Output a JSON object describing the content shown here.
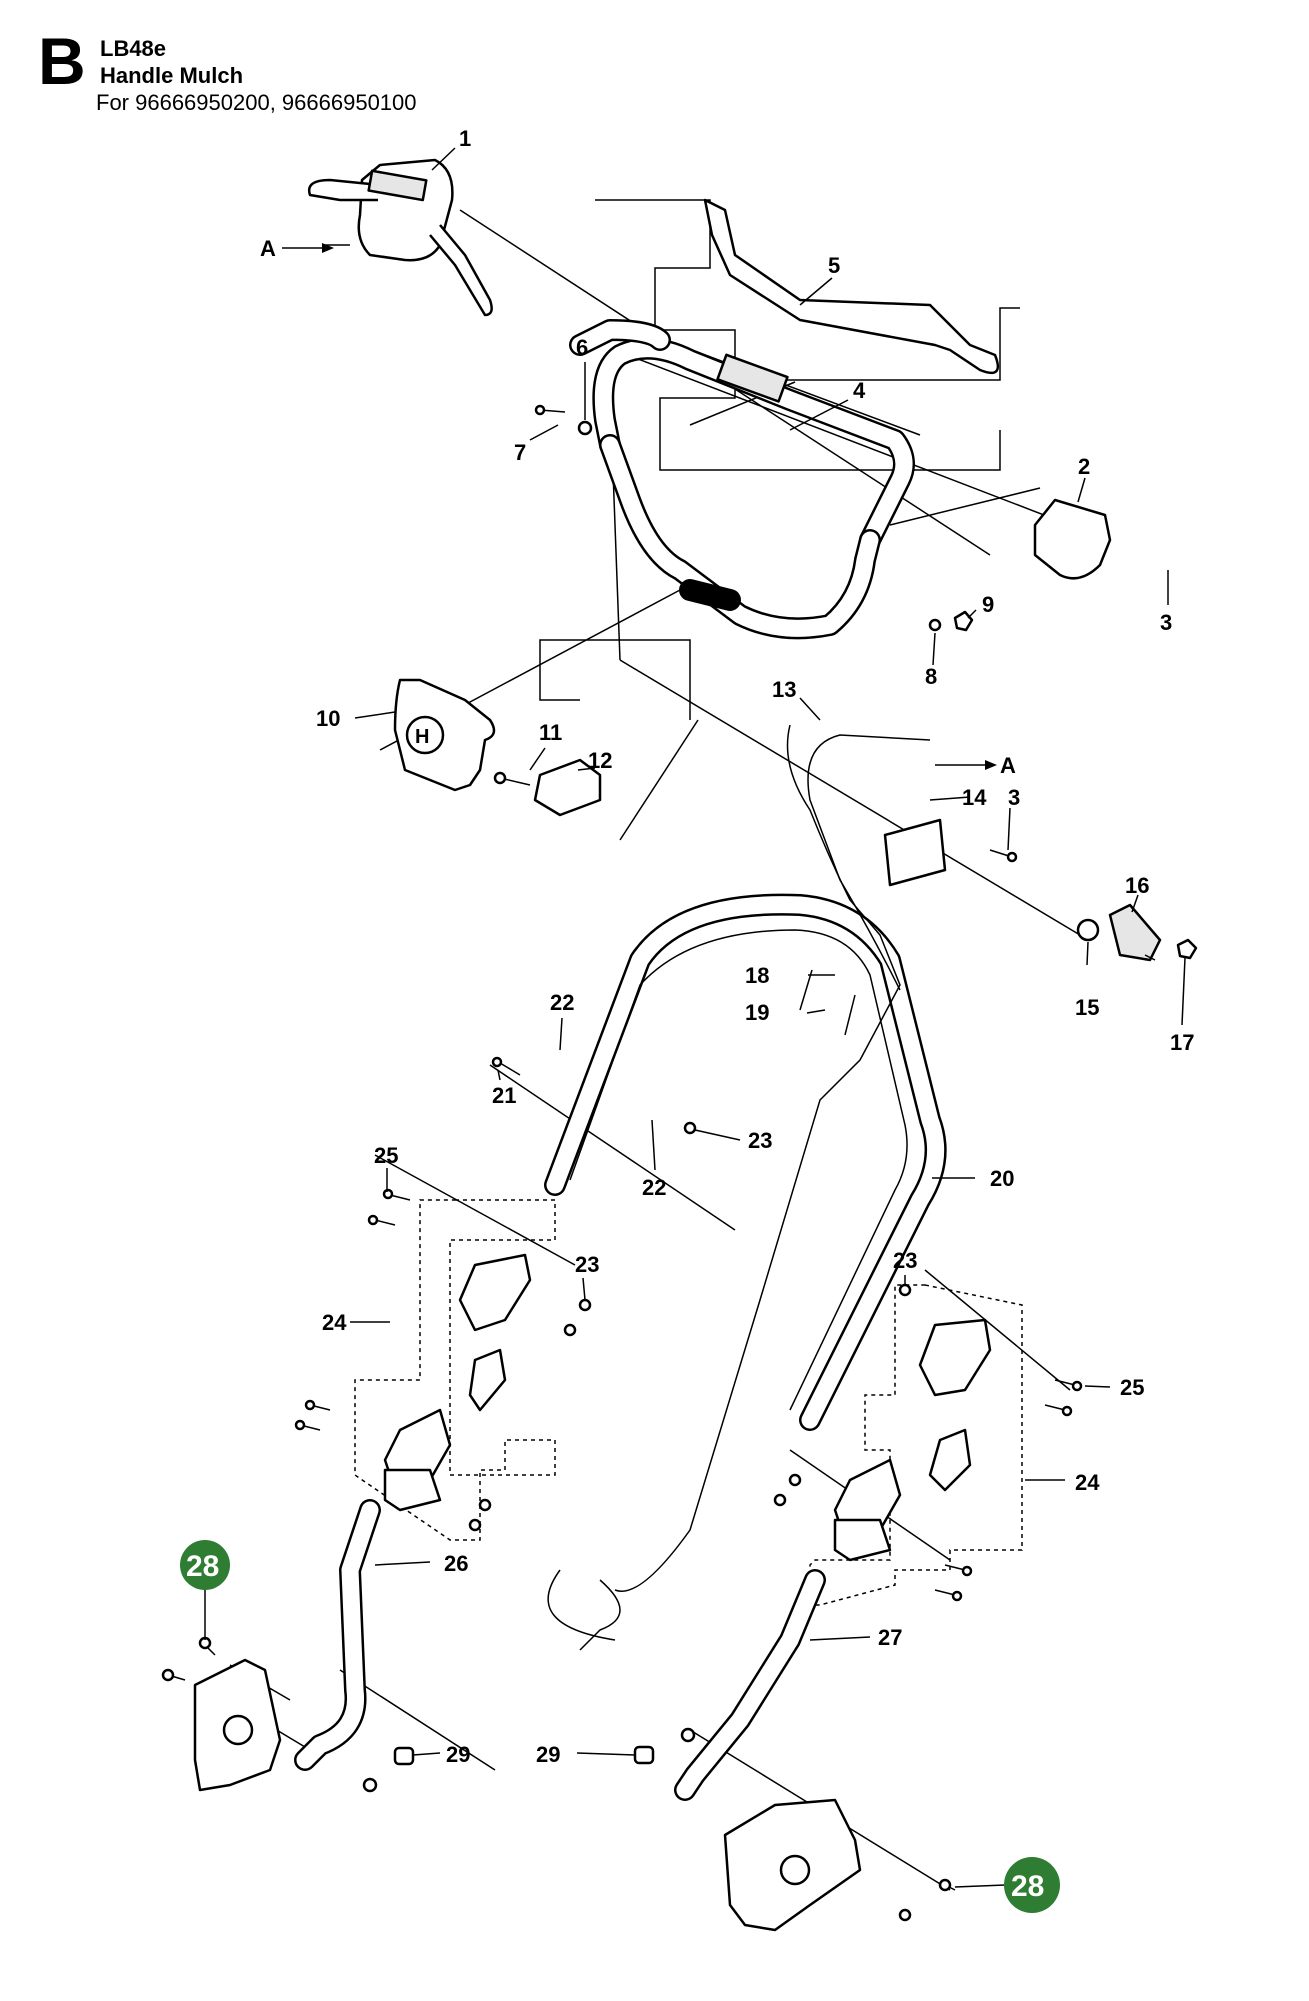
{
  "header": {
    "section_letter": "B",
    "model": "LB48e",
    "title": "Handle Mulch",
    "applies_to": "For 96666950200, 96666950100"
  },
  "callouts": {
    "c1": "1",
    "c2": "2",
    "c3a": "3",
    "c3b": "3",
    "c4": "4",
    "c5": "5",
    "c6": "6",
    "c7": "7",
    "c8": "8",
    "c9": "9",
    "c10": "10",
    "c11": "11",
    "c12": "12",
    "c13": "13",
    "c14": "14",
    "c15": "15",
    "c16": "16",
    "c17": "17",
    "c18": "18",
    "c19": "19",
    "c20": "20",
    "c21": "21",
    "c22a": "22",
    "c22b": "22",
    "c23a": "23",
    "c23b": "23",
    "c23c": "23",
    "c24a": "24",
    "c24b": "24",
    "c25a": "25",
    "c25b": "25",
    "c26": "26",
    "c27": "27",
    "c28a": "28",
    "c28b": "28",
    "c29a": "29",
    "c29b": "29",
    "cA1": "A",
    "cA2": "A"
  },
  "colors": {
    "highlight": "#2e7d32"
  }
}
